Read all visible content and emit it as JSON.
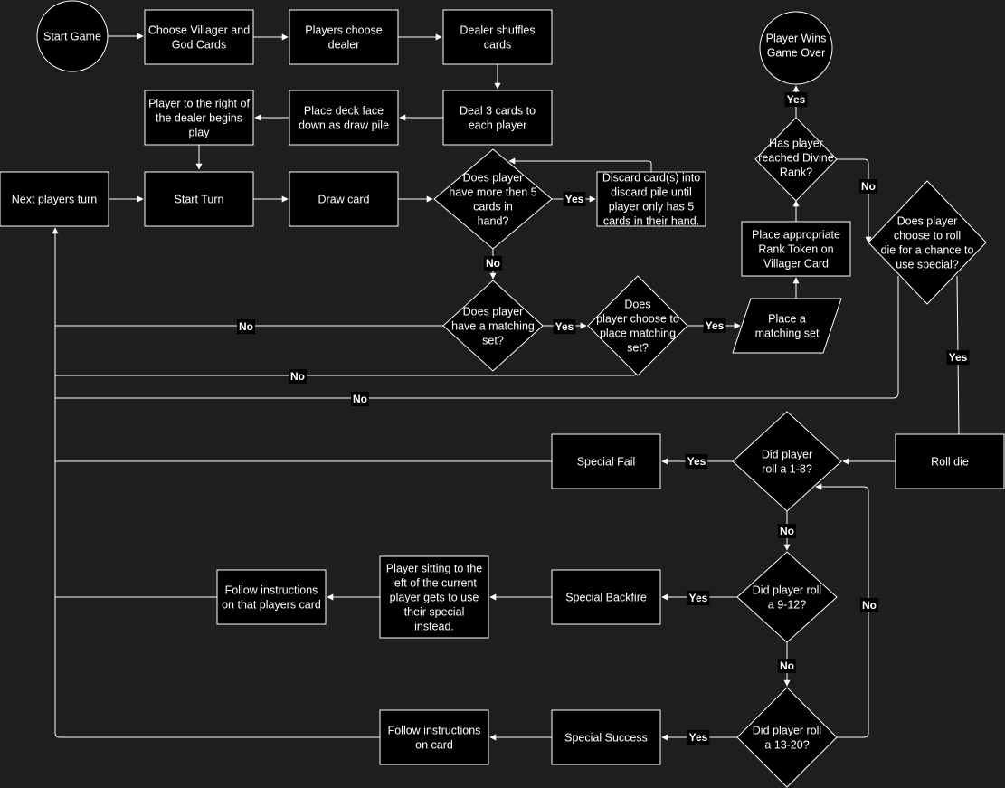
{
  "colors": {
    "background": "#1e1e1e",
    "node_fill": "#000000",
    "stroke": "#ffffff",
    "text": "#ffffff"
  },
  "nodes": {
    "start_game": [
      "Start Game"
    ],
    "choose_cards": [
      "Choose Villager and",
      "God Cards"
    ],
    "choose_dealer": [
      "Players choose",
      "dealer"
    ],
    "dealer_shuffles": [
      "Dealer shuffles",
      "cards"
    ],
    "deal_cards": [
      "Deal 3 cards to",
      "each player"
    ],
    "place_deck": [
      "Place deck  face",
      "down as draw pile"
    ],
    "first_player": [
      "Player to the right of",
      "the dealer begins",
      "play"
    ],
    "next_turn": [
      "Next players turn"
    ],
    "start_turn": [
      "Start Turn"
    ],
    "draw_card": [
      "Draw card"
    ],
    "more_than_five": [
      "Does player",
      "have more then 5",
      "cards in",
      "hand?"
    ],
    "discard": [
      "Discard card(s) into",
      "discard pile until",
      "player only has 5",
      "cards in their hand."
    ],
    "has_set": [
      "Does player",
      "have a matching",
      "set?"
    ],
    "choose_place_set": [
      "Does",
      "player choose to",
      "place matching",
      "set?"
    ],
    "place_set": [
      "Place a",
      "matching set"
    ],
    "rank_token": [
      "Place appropriate",
      "Rank Token on",
      "Villager Card"
    ],
    "divine_rank": [
      "Has player",
      "reached Divine",
      "Rank?"
    ],
    "player_wins": [
      "Player Wins",
      "Game Over"
    ],
    "roll_for_special": [
      "Does player",
      "choose to roll",
      "die for a chance to",
      "use special?"
    ],
    "roll_die": [
      "Roll die"
    ],
    "roll_1_8": [
      "Did player",
      "roll a 1-8?"
    ],
    "special_fail": [
      "Special Fail"
    ],
    "roll_9_12": [
      "Did player roll",
      "a 9-12?"
    ],
    "special_backfire": [
      "Special Backfire"
    ],
    "left_player_special": [
      "Player sitting to the",
      "left of the current",
      "player gets to use",
      "their special",
      "instead."
    ],
    "follow_player_card": [
      "Follow instructions",
      "on that players card"
    ],
    "roll_13_20": [
      "Did player roll",
      "a 13-20?"
    ],
    "special_success": [
      "Special Success"
    ],
    "follow_card": [
      "Follow instructions",
      "on card"
    ]
  },
  "edge_labels": {
    "yes_discard": "Yes",
    "no_more_than_five": "No",
    "yes_has_set": "Yes",
    "yes_place_set": "Yes",
    "no_has_set": "No",
    "no_place_set": "No",
    "no_roll_special": "No",
    "yes_divine": "Yes",
    "no_divine": "No",
    "yes_roll_special": "Yes",
    "yes_fail": "Yes",
    "no_1_8": "No",
    "yes_backfire": "Yes",
    "no_9_12": "No",
    "yes_success": "Yes",
    "no_13_20": "No"
  }
}
